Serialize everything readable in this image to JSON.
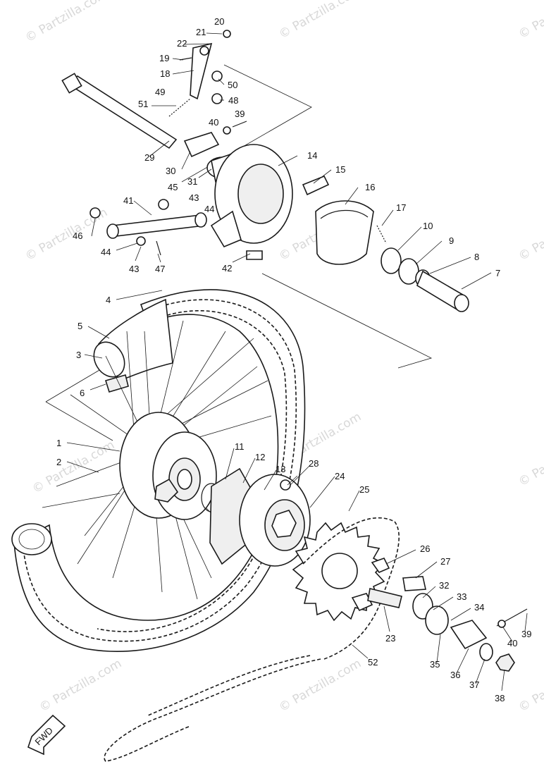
{
  "watermark": "© Partzilla.com",
  "fwd_label": "FWD",
  "callouts": [
    "1",
    "2",
    "3",
    "4",
    "5",
    "6",
    "7",
    "8",
    "9",
    "10",
    "11",
    "12",
    "13",
    "14",
    "15",
    "16",
    "17",
    "18",
    "19",
    "20",
    "21",
    "22",
    "23",
    "24",
    "25",
    "26",
    "27",
    "28",
    "29",
    "30",
    "31",
    "32",
    "33",
    "34",
    "35",
    "36",
    "37",
    "38",
    "39",
    "39",
    "40",
    "40",
    "41",
    "42",
    "43",
    "43",
    "44",
    "44",
    "45",
    "46",
    "47",
    "48",
    "49",
    "50",
    "51",
    "52"
  ]
}
